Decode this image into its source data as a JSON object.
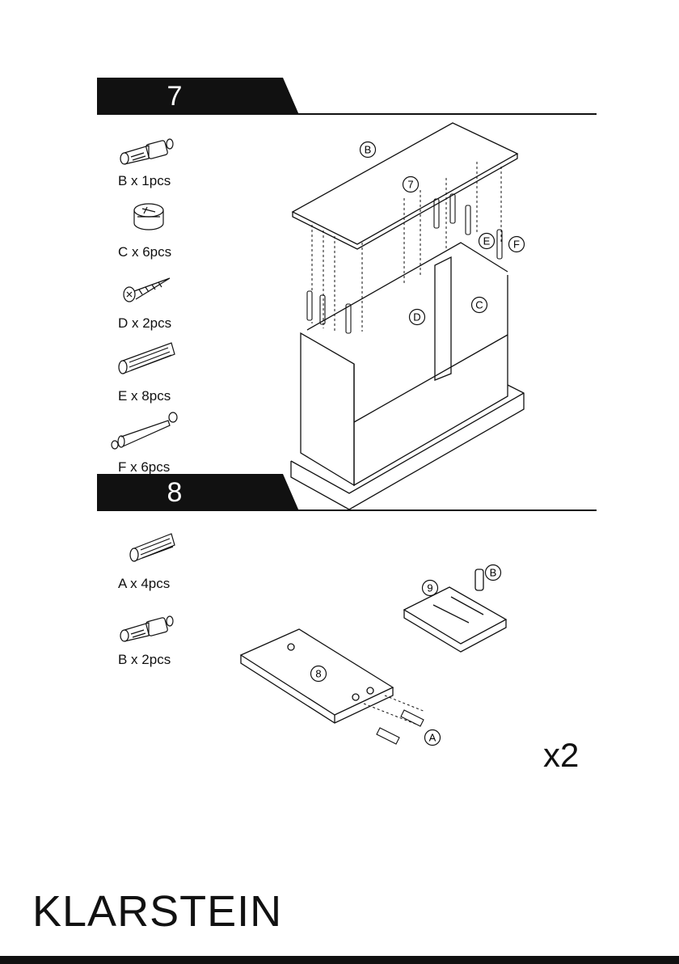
{
  "steps": [
    {
      "number": "7",
      "parts": [
        {
          "label": "B x 1pcs",
          "icon": "cam-bolt-icon"
        },
        {
          "label": "C x 6pcs",
          "icon": "cam-lock-icon"
        },
        {
          "label": "D x 2pcs",
          "icon": "screw-icon"
        },
        {
          "label": "E x 8pcs",
          "icon": "dowel-icon"
        },
        {
          "label": "F x 6pcs",
          "icon": "connector-pin-icon"
        }
      ],
      "callouts": [
        "B",
        "7",
        "E",
        "F",
        "D",
        "C"
      ]
    },
    {
      "number": "8",
      "parts": [
        {
          "label": "A x 4pcs",
          "icon": "dowel-icon"
        },
        {
          "label": "B x 2pcs",
          "icon": "cam-bolt-icon"
        }
      ],
      "callouts": [
        "9",
        "B",
        "8",
        "A"
      ],
      "multiplier": "x2"
    }
  ],
  "brand": "KLARSTEIN",
  "colors": {
    "ink": "#111111",
    "paper": "#ffffff"
  }
}
